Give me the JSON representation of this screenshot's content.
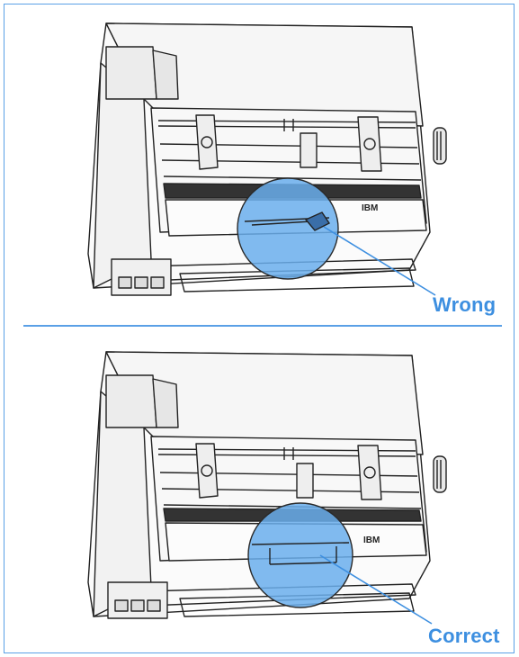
{
  "labels": {
    "wrong": "Wrong",
    "correct": "Correct"
  },
  "printer_badge": "IBM",
  "colors": {
    "accent": "#3d8fe0",
    "frame": "#5aa0e6",
    "highlight_fill": "#6aaeec",
    "line_art": "#222222"
  },
  "icons": {
    "illustration": "printer-line-art",
    "highlight": "magnifier-circle"
  }
}
